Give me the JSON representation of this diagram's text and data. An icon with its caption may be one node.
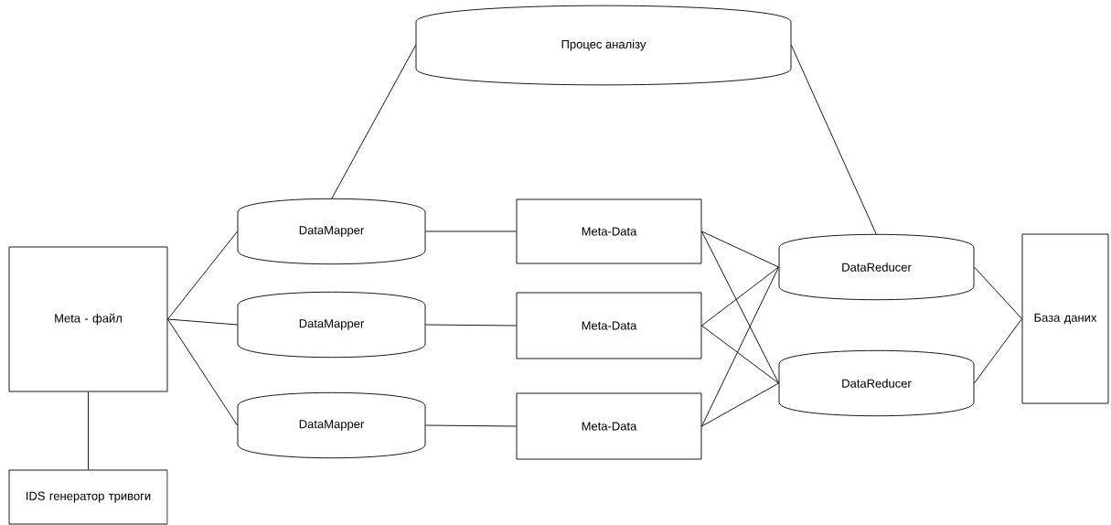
{
  "diagram": {
    "nodes": [
      {
        "text": [
          "Meta - файл"
        ]
      },
      {
        "text": [
          "IDS генератор тривоги"
        ]
      },
      {
        "text": [
          "Процес аналізу"
        ]
      },
      {
        "text": [
          "DataMapper"
        ]
      },
      {
        "text": [
          "DataMapper"
        ]
      },
      {
        "text": [
          "DataMapper"
        ]
      },
      {
        "text": [
          "Meta-Data"
        ]
      },
      {
        "text": [
          "Meta-Data"
        ]
      },
      {
        "text": [
          "Meta-Data"
        ]
      },
      {
        "text": [
          "DataReducer"
        ]
      },
      {
        "text": [
          "DataReducer"
        ]
      },
      {
        "text": [
          "База даних"
        ]
      }
    ],
    "edges": [
      {
        "from": 0,
        "to": 3,
        "arrow": "none"
      },
      {
        "from": 0,
        "to": 4,
        "arrow": "none"
      },
      {
        "from": 0,
        "to": 5,
        "arrow": "none"
      },
      {
        "from": 0,
        "to": 1,
        "arrow": "none"
      },
      {
        "from": 3,
        "to": 2,
        "arrow": "none"
      },
      {
        "from": 2,
        "to": 9,
        "arrow": "none"
      },
      {
        "from": 3,
        "to": 6,
        "arrow": "none"
      },
      {
        "from": 4,
        "to": 7,
        "arrow": "none"
      },
      {
        "from": 5,
        "to": 8,
        "arrow": "none"
      },
      {
        "from": 6,
        "to": 9,
        "arrow": "none"
      },
      {
        "from": 6,
        "to": 10,
        "arrow": "none"
      },
      {
        "from": 7,
        "to": 9,
        "arrow": "none"
      },
      {
        "from": 7,
        "to": 10,
        "arrow": "none"
      },
      {
        "from": 8,
        "to": 9,
        "arrow": "none"
      },
      {
        "from": 8,
        "to": 10,
        "arrow": "none"
      },
      {
        "from": 9,
        "to": 11,
        "arrow": "none"
      },
      {
        "from": 10,
        "to": 11,
        "arrow": "none"
      }
    ]
  }
}
